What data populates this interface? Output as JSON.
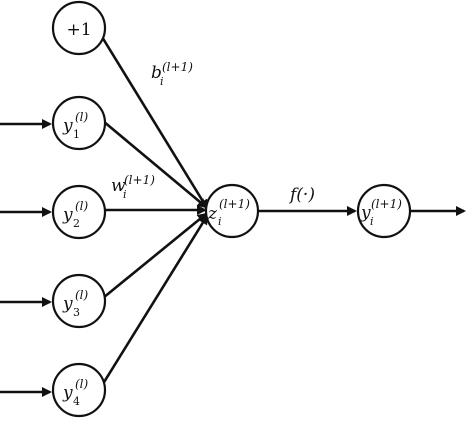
{
  "diagram": {
    "bias_node": {
      "label": "+1"
    },
    "inputs": [
      {
        "base": "y",
        "sub": "1",
        "sup": "(l)"
      },
      {
        "base": "y",
        "sub": "2",
        "sup": "(l)"
      },
      {
        "base": "y",
        "sub": "3",
        "sup": "(l)"
      },
      {
        "base": "y",
        "sub": "4",
        "sup": "(l)"
      }
    ],
    "sum_node": {
      "base": "z",
      "sub": "i",
      "sup": "(l+1)"
    },
    "output_node": {
      "base": "y",
      "sub": "i",
      "sup": "(l+1)"
    },
    "bias_label": {
      "base": "b",
      "sub": "i",
      "sup": "(l+1)"
    },
    "weight_label": {
      "base": "w",
      "sub": "i",
      "sup": "(l+1)"
    },
    "activation_label": "f(·)",
    "colors": {
      "stroke": "#111111",
      "background": "#ffffff"
    }
  }
}
